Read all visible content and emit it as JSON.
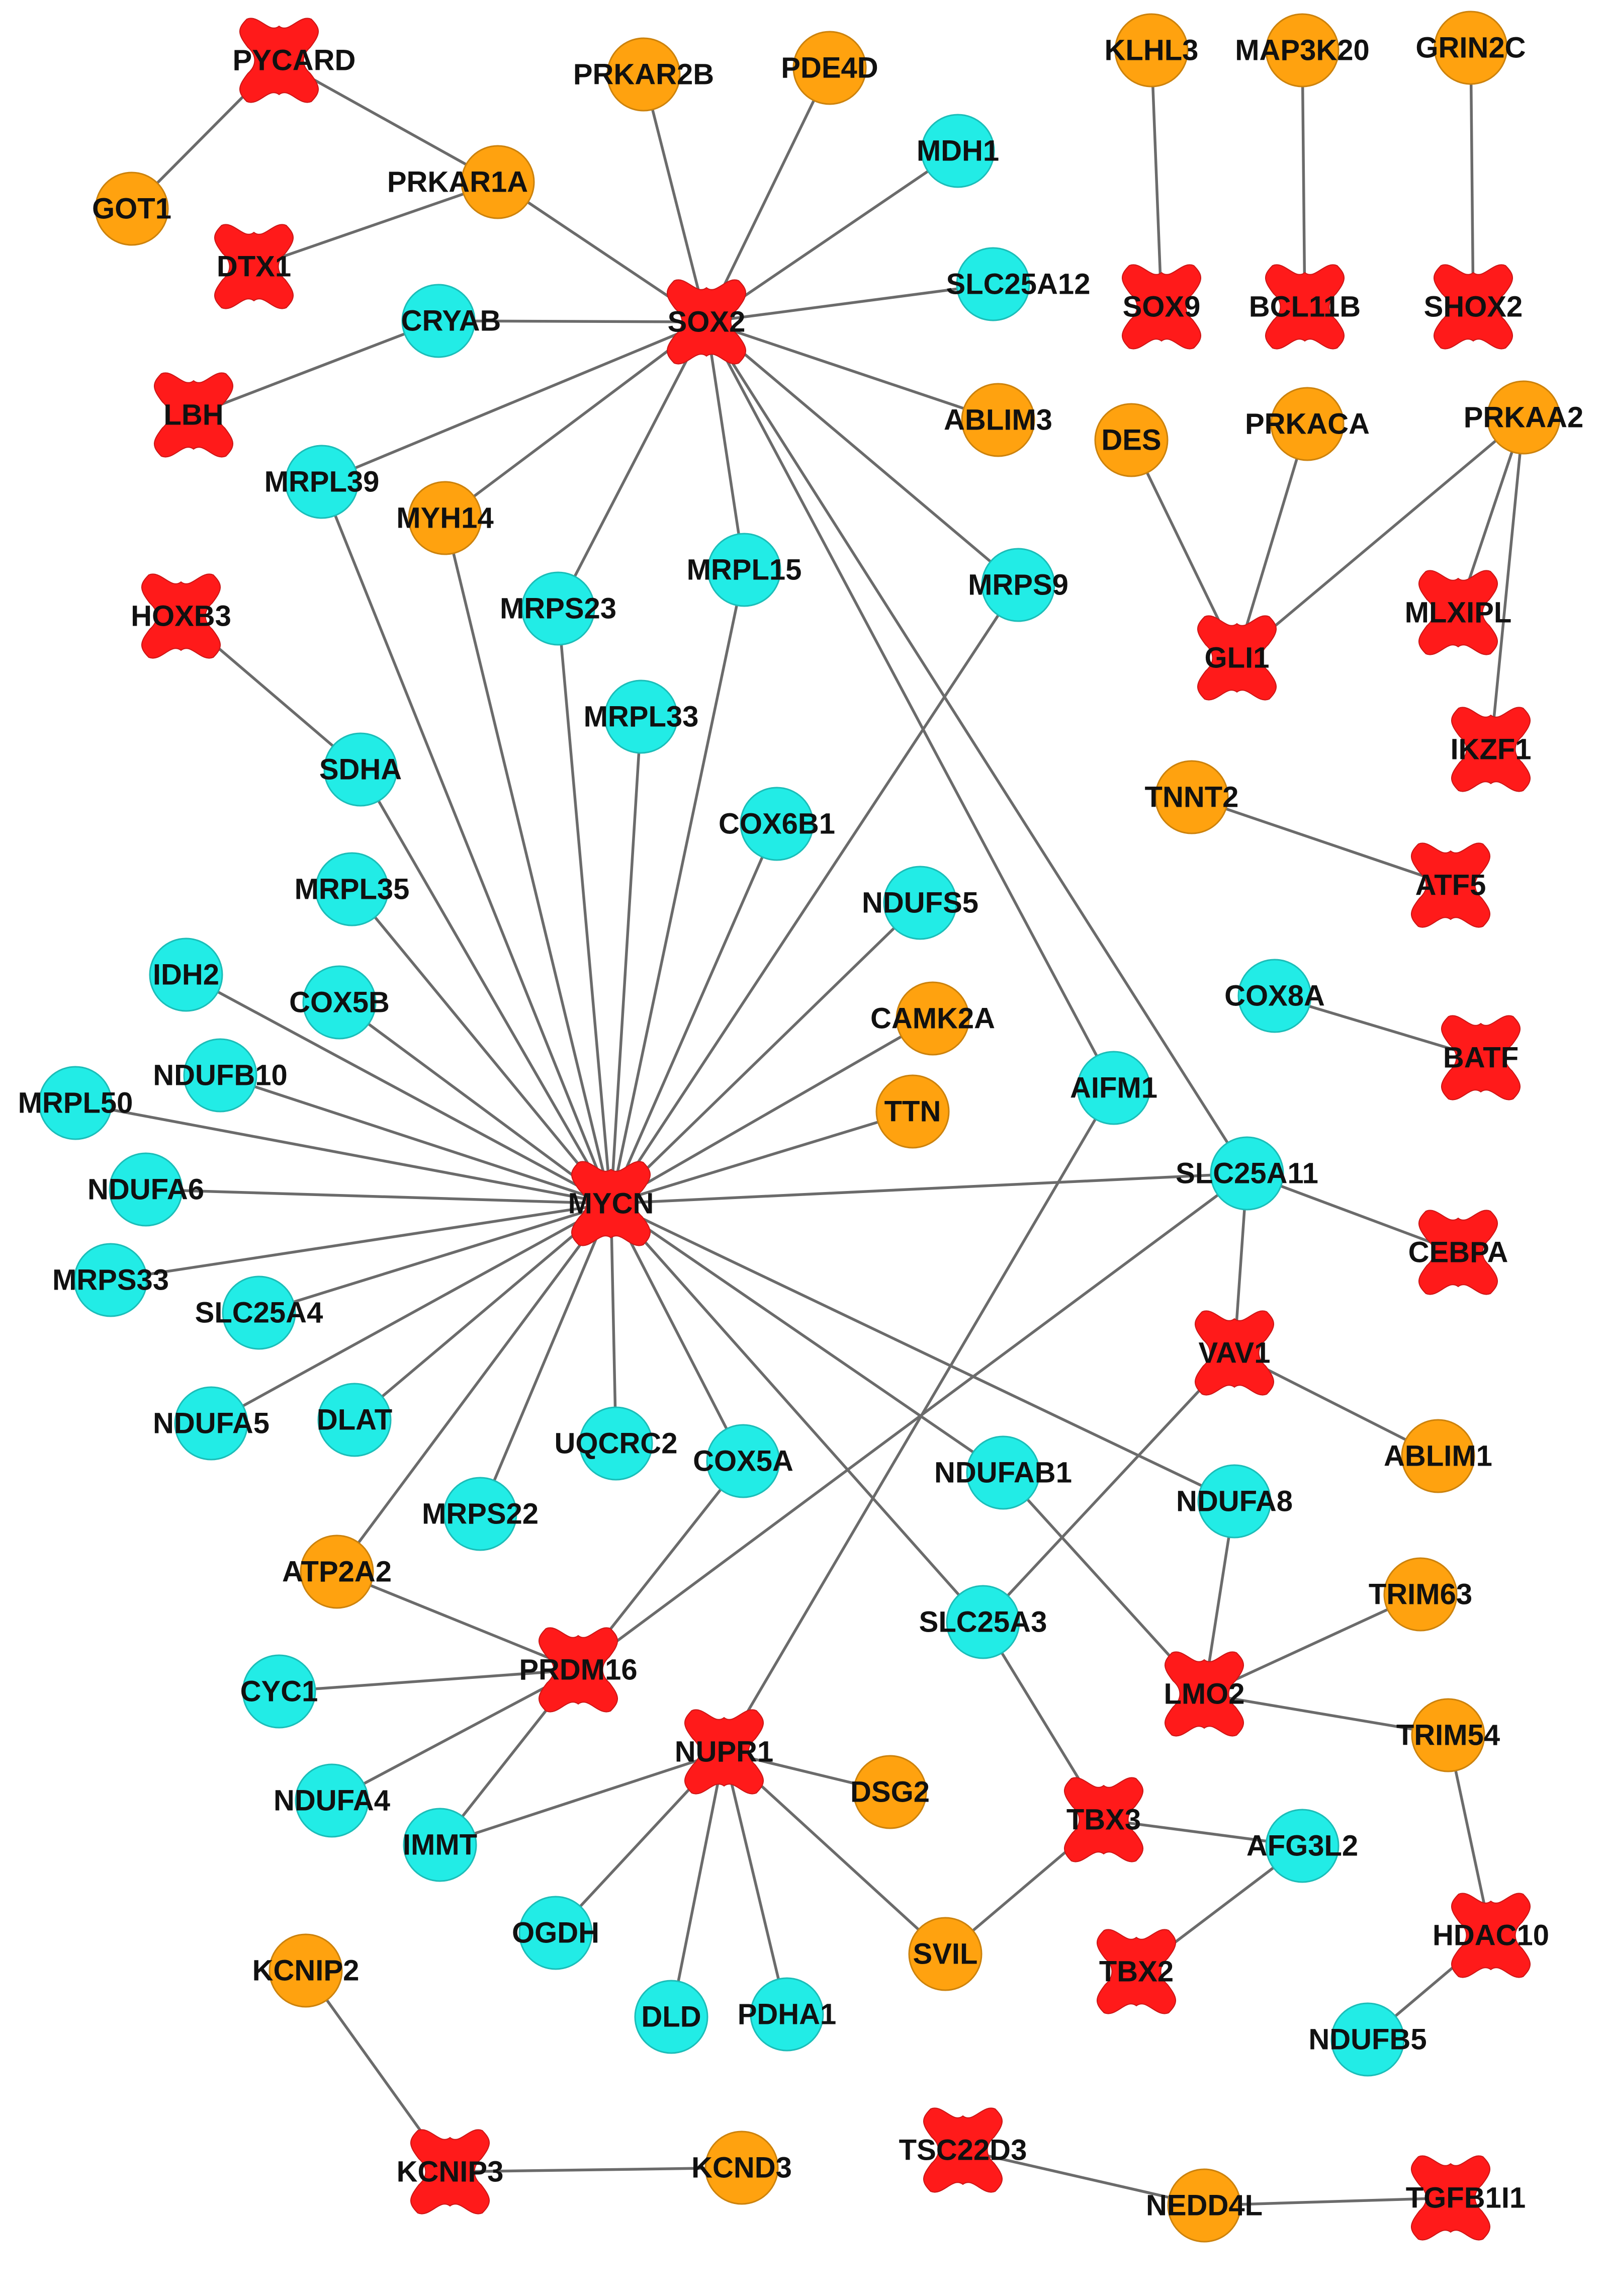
{
  "colors": {
    "transcription_factor": "#ff1a1a",
    "mitochondrial": "#22ece6",
    "other": "#ffa20f",
    "edge": "#6b6b6b"
  },
  "shapes": {
    "transcription_factor": "hourglass",
    "mitochondrial": "circle",
    "other": "circle"
  },
  "nodes": [
    {
      "id": "PYCARD",
      "label": "PYCARD",
      "group": "transcription_factor"
    },
    {
      "id": "GOT1",
      "label": "GOT1",
      "group": "other"
    },
    {
      "id": "PRKAR1A",
      "label": "PRKAR1A",
      "group": "other"
    },
    {
      "id": "DTX1",
      "label": "DTX1",
      "group": "transcription_factor"
    },
    {
      "id": "PRKAR2B",
      "label": "PRKAR2B",
      "group": "other"
    },
    {
      "id": "PDE4D",
      "label": "PDE4D",
      "group": "other"
    },
    {
      "id": "MDH1",
      "label": "MDH1",
      "group": "mitochondrial"
    },
    {
      "id": "SLC25A12",
      "label": "SLC25A12",
      "group": "mitochondrial"
    },
    {
      "id": "SOX2",
      "label": "SOX2",
      "group": "transcription_factor"
    },
    {
      "id": "CRYAB",
      "label": "CRYAB",
      "group": "mitochondrial"
    },
    {
      "id": "ABLIM3",
      "label": "ABLIM3",
      "group": "other"
    },
    {
      "id": "LBH",
      "label": "LBH",
      "group": "transcription_factor"
    },
    {
      "id": "MRPL39",
      "label": "MRPL39",
      "group": "mitochondrial"
    },
    {
      "id": "MYH14",
      "label": "MYH14",
      "group": "other"
    },
    {
      "id": "MRPS23",
      "label": "MRPS23",
      "group": "mitochondrial"
    },
    {
      "id": "MRPL15",
      "label": "MRPL15",
      "group": "mitochondrial"
    },
    {
      "id": "MRPS9",
      "label": "MRPS9",
      "group": "mitochondrial"
    },
    {
      "id": "HOXB3",
      "label": "HOXB3",
      "group": "transcription_factor"
    },
    {
      "id": "MRPL33",
      "label": "MRPL33",
      "group": "mitochondrial"
    },
    {
      "id": "SDHA",
      "label": "SDHA",
      "group": "mitochondrial"
    },
    {
      "id": "COX6B1",
      "label": "COX6B1",
      "group": "mitochondrial"
    },
    {
      "id": "MRPL35",
      "label": "MRPL35",
      "group": "mitochondrial"
    },
    {
      "id": "NDUFS5",
      "label": "NDUFS5",
      "group": "mitochondrial"
    },
    {
      "id": "IDH2",
      "label": "IDH2",
      "group": "mitochondrial"
    },
    {
      "id": "COX5B",
      "label": "COX5B",
      "group": "mitochondrial"
    },
    {
      "id": "CAMK2A",
      "label": "CAMK2A",
      "group": "other"
    },
    {
      "id": "NDUFB10",
      "label": "NDUFB10",
      "group": "mitochondrial"
    },
    {
      "id": "TTN",
      "label": "TTN",
      "group": "other"
    },
    {
      "id": "AIFM1",
      "label": "AIFM1",
      "group": "mitochondrial"
    },
    {
      "id": "MRPL50",
      "label": "MRPL50",
      "group": "mitochondrial"
    },
    {
      "id": "NDUFA6",
      "label": "NDUFA6",
      "group": "mitochondrial"
    },
    {
      "id": "MYCN",
      "label": "MYCN",
      "group": "transcription_factor"
    },
    {
      "id": "SLC25A11",
      "label": "SLC25A11",
      "group": "mitochondrial"
    },
    {
      "id": "MRPS33",
      "label": "MRPS33",
      "group": "mitochondrial"
    },
    {
      "id": "SLC25A4",
      "label": "SLC25A4",
      "group": "mitochondrial"
    },
    {
      "id": "NDUFA5",
      "label": "NDUFA5",
      "group": "mitochondrial"
    },
    {
      "id": "DLAT",
      "label": "DLAT",
      "group": "mitochondrial"
    },
    {
      "id": "UQCRC2",
      "label": "UQCRC2",
      "group": "mitochondrial"
    },
    {
      "id": "COX5A",
      "label": "COX5A",
      "group": "mitochondrial"
    },
    {
      "id": "MRPS22",
      "label": "MRPS22",
      "group": "mitochondrial"
    },
    {
      "id": "NDUFAB1",
      "label": "NDUFAB1",
      "group": "mitochondrial"
    },
    {
      "id": "NDUFA8",
      "label": "NDUFA8",
      "group": "mitochondrial"
    },
    {
      "id": "ATP2A2",
      "label": "ATP2A2",
      "group": "other"
    },
    {
      "id": "PRDM16",
      "label": "PRDM16",
      "group": "transcription_factor"
    },
    {
      "id": "CYC1",
      "label": "CYC1",
      "group": "mitochondrial"
    },
    {
      "id": "SLC25A3",
      "label": "SLC25A3",
      "group": "mitochondrial"
    },
    {
      "id": "NUPR1",
      "label": "NUPR1",
      "group": "transcription_factor"
    },
    {
      "id": "DSG2",
      "label": "DSG2",
      "group": "other"
    },
    {
      "id": "NDUFA4",
      "label": "NDUFA4",
      "group": "mitochondrial"
    },
    {
      "id": "IMMT",
      "label": "IMMT",
      "group": "mitochondrial"
    },
    {
      "id": "OGDH",
      "label": "OGDH",
      "group": "mitochondrial"
    },
    {
      "id": "DLD",
      "label": "DLD",
      "group": "mitochondrial"
    },
    {
      "id": "PDHA1",
      "label": "PDHA1",
      "group": "mitochondrial"
    },
    {
      "id": "SVIL",
      "label": "SVIL",
      "group": "other"
    },
    {
      "id": "KCNIP2",
      "label": "KCNIP2",
      "group": "other"
    },
    {
      "id": "KCNIP3",
      "label": "KCNIP3",
      "group": "transcription_factor"
    },
    {
      "id": "KCND3",
      "label": "KCND3",
      "group": "other"
    },
    {
      "id": "KLHL3",
      "label": "KLHL3",
      "group": "other"
    },
    {
      "id": "SOX9",
      "label": "SOX9",
      "group": "transcription_factor"
    },
    {
      "id": "MAP3K20",
      "label": "MAP3K20",
      "group": "other"
    },
    {
      "id": "BCL11B",
      "label": "BCL11B",
      "group": "transcription_factor"
    },
    {
      "id": "GRIN2C",
      "label": "GRIN2C",
      "group": "other"
    },
    {
      "id": "SHOX2",
      "label": "SHOX2",
      "group": "transcription_factor"
    },
    {
      "id": "DES",
      "label": "DES",
      "group": "other"
    },
    {
      "id": "PRKACA",
      "label": "PRKACA",
      "group": "other"
    },
    {
      "id": "PRKAA2",
      "label": "PRKAA2",
      "group": "other"
    },
    {
      "id": "GLI1",
      "label": "GLI1",
      "group": "transcription_factor"
    },
    {
      "id": "MLXIPL",
      "label": "MLXIPL",
      "group": "transcription_factor"
    },
    {
      "id": "IKZF1",
      "label": "IKZF1",
      "group": "transcription_factor"
    },
    {
      "id": "TNNT2",
      "label": "TNNT2",
      "group": "other"
    },
    {
      "id": "ATF5",
      "label": "ATF5",
      "group": "transcription_factor"
    },
    {
      "id": "COX8A",
      "label": "COX8A",
      "group": "mitochondrial"
    },
    {
      "id": "BATF",
      "label": "BATF",
      "group": "transcription_factor"
    },
    {
      "id": "CEBPA",
      "label": "CEBPA",
      "group": "transcription_factor"
    },
    {
      "id": "VAV1",
      "label": "VAV1",
      "group": "transcription_factor"
    },
    {
      "id": "ABLIM1",
      "label": "ABLIM1",
      "group": "other"
    },
    {
      "id": "TRIM63",
      "label": "TRIM63",
      "group": "other"
    },
    {
      "id": "LMO2",
      "label": "LMO2",
      "group": "transcription_factor"
    },
    {
      "id": "TRIM54",
      "label": "TRIM54",
      "group": "other"
    },
    {
      "id": "TBX3",
      "label": "TBX3",
      "group": "transcription_factor"
    },
    {
      "id": "AFG3L2",
      "label": "AFG3L2",
      "group": "mitochondrial"
    },
    {
      "id": "TBX2",
      "label": "TBX2",
      "group": "transcription_factor"
    },
    {
      "id": "HDAC10",
      "label": "HDAC10",
      "group": "transcription_factor"
    },
    {
      "id": "NDUFB5",
      "label": "NDUFB5",
      "group": "mitochondrial"
    },
    {
      "id": "TSC22D3",
      "label": "TSC22D3",
      "group": "transcription_factor"
    },
    {
      "id": "NEDD4L",
      "label": "NEDD4L",
      "group": "other"
    },
    {
      "id": "TGFB1I1",
      "label": "TGFB1I1",
      "group": "transcription_factor"
    }
  ],
  "edges": [
    [
      "PYCARD",
      "GOT1"
    ],
    [
      "PYCARD",
      "PRKAR1A"
    ],
    [
      "PRKAR1A",
      "DTX1"
    ],
    [
      "PRKAR1A",
      "SOX2"
    ],
    [
      "SOX2",
      "PRKAR2B"
    ],
    [
      "SOX2",
      "PDE4D"
    ],
    [
      "SOX2",
      "MDH1"
    ],
    [
      "SOX2",
      "SLC25A12"
    ],
    [
      "SOX2",
      "CRYAB"
    ],
    [
      "SOX2",
      "ABLIM3"
    ],
    [
      "SOX2",
      "MRPL39"
    ],
    [
      "SOX2",
      "MYH14"
    ],
    [
      "SOX2",
      "MRPS23"
    ],
    [
      "SOX2",
      "MRPL15"
    ],
    [
      "SOX2",
      "MRPS9"
    ],
    [
      "SOX2",
      "AIFM1"
    ],
    [
      "SOX2",
      "SLC25A11"
    ],
    [
      "CRYAB",
      "LBH"
    ],
    [
      "HOXB3",
      "SDHA"
    ],
    [
      "MYCN",
      "MRPL39"
    ],
    [
      "MYCN",
      "MYH14"
    ],
    [
      "MYCN",
      "MRPS23"
    ],
    [
      "MYCN",
      "MRPL15"
    ],
    [
      "MYCN",
      "MRPS9"
    ],
    [
      "MYCN",
      "MRPL33"
    ],
    [
      "MYCN",
      "SDHA"
    ],
    [
      "MYCN",
      "COX6B1"
    ],
    [
      "MYCN",
      "MRPL35"
    ],
    [
      "MYCN",
      "NDUFS5"
    ],
    [
      "MYCN",
      "IDH2"
    ],
    [
      "MYCN",
      "COX5B"
    ],
    [
      "MYCN",
      "CAMK2A"
    ],
    [
      "MYCN",
      "NDUFB10"
    ],
    [
      "MYCN",
      "TTN"
    ],
    [
      "MYCN",
      "MRPL50"
    ],
    [
      "MYCN",
      "NDUFA6"
    ],
    [
      "MYCN",
      "SLC25A11"
    ],
    [
      "MYCN",
      "MRPS33"
    ],
    [
      "MYCN",
      "SLC25A4"
    ],
    [
      "MYCN",
      "NDUFA5"
    ],
    [
      "MYCN",
      "DLAT"
    ],
    [
      "MYCN",
      "UQCRC2"
    ],
    [
      "MYCN",
      "COX5A"
    ],
    [
      "MYCN",
      "MRPS22"
    ],
    [
      "MYCN",
      "NDUFAB1"
    ],
    [
      "MYCN",
      "NDUFA8"
    ],
    [
      "MYCN",
      "ATP2A2"
    ],
    [
      "MYCN",
      "SLC25A3"
    ],
    [
      "SLC25A11",
      "CEBPA"
    ],
    [
      "SLC25A11",
      "VAV1"
    ],
    [
      "SLC25A11",
      "PRDM16"
    ],
    [
      "VAV1",
      "ABLIM1"
    ],
    [
      "VAV1",
      "SLC25A3"
    ],
    [
      "NDUFAB1",
      "LMO2"
    ],
    [
      "NDUFA8",
      "LMO2"
    ],
    [
      "LMO2",
      "TRIM63"
    ],
    [
      "LMO2",
      "TRIM54"
    ],
    [
      "TRIM54",
      "HDAC10"
    ],
    [
      "HDAC10",
      "NDUFB5"
    ],
    [
      "ATP2A2",
      "PRDM16"
    ],
    [
      "COX5A",
      "PRDM16"
    ],
    [
      "PRDM16",
      "CYC1"
    ],
    [
      "PRDM16",
      "NDUFA4"
    ],
    [
      "PRDM16",
      "IMMT"
    ],
    [
      "AIFM1",
      "NUPR1"
    ],
    [
      "NUPR1",
      "IMMT"
    ],
    [
      "NUPR1",
      "DSG2"
    ],
    [
      "NUPR1",
      "OGDH"
    ],
    [
      "NUPR1",
      "DLD"
    ],
    [
      "NUPR1",
      "PDHA1"
    ],
    [
      "NUPR1",
      "SVIL"
    ],
    [
      "SLC25A3",
      "TBX3"
    ],
    [
      "TBX3",
      "AFG3L2"
    ],
    [
      "TBX3",
      "SVIL"
    ],
    [
      "AFG3L2",
      "TBX2"
    ],
    [
      "KCNIP2",
      "KCNIP3"
    ],
    [
      "KCNIP3",
      "KCND3"
    ],
    [
      "TSC22D3",
      "NEDD4L"
    ],
    [
      "NEDD4L",
      "TGFB1I1"
    ],
    [
      "KLHL3",
      "SOX9"
    ],
    [
      "MAP3K20",
      "BCL11B"
    ],
    [
      "GRIN2C",
      "SHOX2"
    ],
    [
      "DES",
      "GLI1"
    ],
    [
      "PRKACA",
      "GLI1"
    ],
    [
      "PRKAA2",
      "GLI1"
    ],
    [
      "PRKAA2",
      "MLXIPL"
    ],
    [
      "PRKAA2",
      "IKZF1"
    ],
    [
      "TNNT2",
      "ATF5"
    ],
    [
      "COX8A",
      "BATF"
    ]
  ]
}
